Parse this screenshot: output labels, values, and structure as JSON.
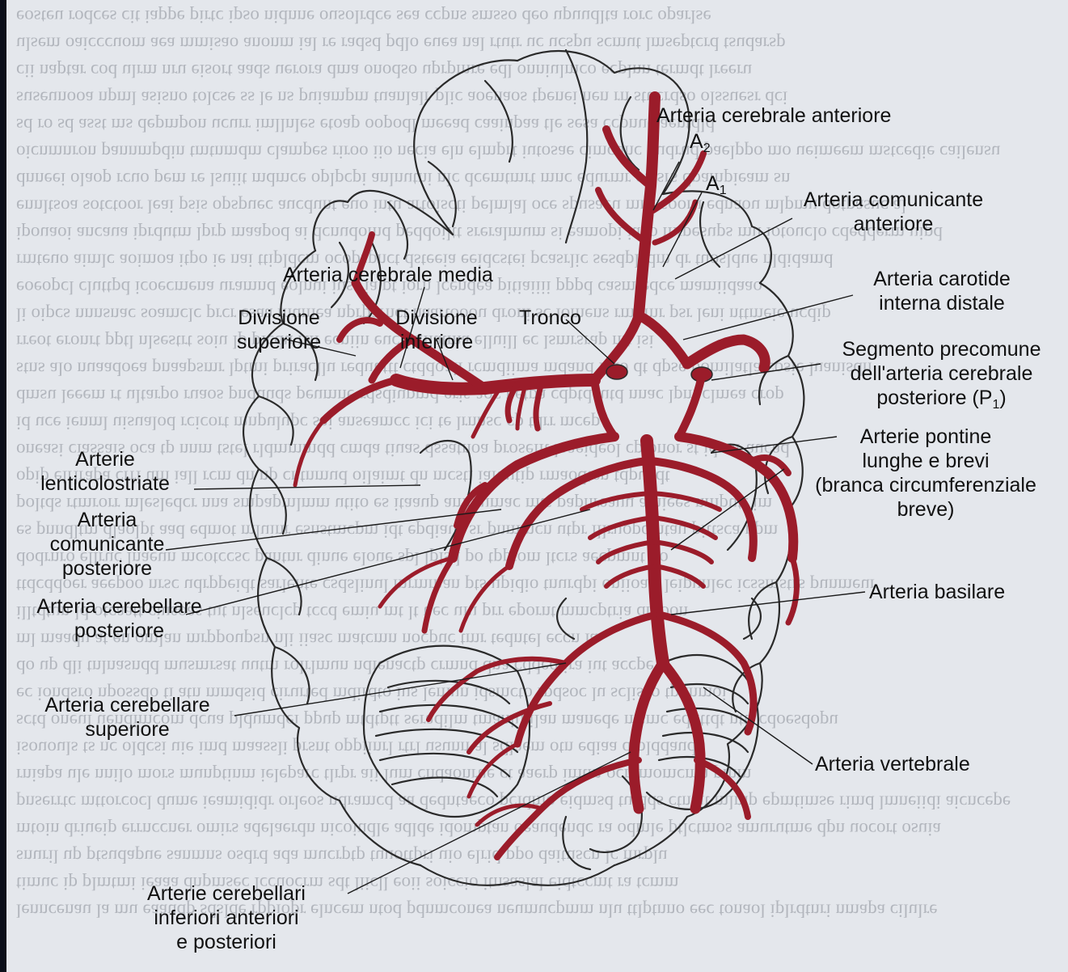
{
  "labels": {
    "arteria_cerebrale_anteriore": "Arteria cerebrale anteriore",
    "a2_letter": "A",
    "a2_sub": "2",
    "a1_letter": "A",
    "a1_sub": "1",
    "arteria_comunicante_anteriore_1": "Arteria comunicante",
    "arteria_comunicante_anteriore_2": "anteriore",
    "arteria_cerebrale_media": "Arteria cerebrale media",
    "arteria_carotide_1": "Arteria carotide",
    "arteria_carotide_2": "interna distale",
    "divisione_superiore_1": "Divisione",
    "divisione_superiore_2": "superiore",
    "divisione_inferiore_1": "Divisione",
    "divisione_inferiore_2": "inferiore",
    "tronco": "Tronco",
    "segmento_1": "Segmento precomune",
    "segmento_2": "dell'arteria cerebrale",
    "segmento_3a": "posteriore (P",
    "segmento_3sub": "1",
    "segmento_3b": ")",
    "arterie_pontine_1": "Arterie pontine",
    "arterie_pontine_2": "lunghe e brevi",
    "arterie_pontine_3": "(branca circumferenziale",
    "arterie_pontine_4": "breve)",
    "lenticolostriate_1": "Arterie",
    "lenticolostriate_2": "lenticolostriate",
    "comunicante_posteriore_1": "Arteria",
    "comunicante_posteriore_2": "comunicante",
    "comunicante_posteriore_3": "posteriore",
    "cerebellare_posteriore_1": "Arteria cerebellare",
    "cerebellare_posteriore_2": "posteriore",
    "arteria_basilare": "Arteria basilare",
    "cerebellare_superiore_1": "Arteria cerebellare",
    "cerebellare_superiore_2": "superiore",
    "arteria_vertebrale": "Arteria vertebrale",
    "cerebellari_inferiori_1": "Arterie cerebellari",
    "cerebellari_inferiori_2": "inferiori anteriori",
    "cerebellari_inferiori_3": "e posteriori"
  },
  "colors": {
    "artery": "#9b1c2a",
    "outline": "#2a2a2a",
    "page": "#e4e7ec",
    "bleed_text": "#8b8f98"
  }
}
